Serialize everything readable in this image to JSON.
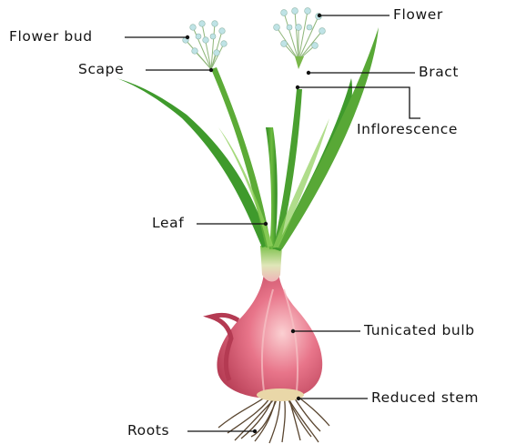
{
  "labels": {
    "flower": "Flower",
    "flower_bud": "Flower bud",
    "scape": "Scape",
    "bract": "Bract",
    "inflorescence": "Inflorescence",
    "leaf": "Leaf",
    "tunicated_bulb": "Tunicated bulb",
    "reduced_stem": "Reduced stem",
    "roots": "Roots"
  },
  "colors": {
    "leaf_green": "#3f9a2c",
    "leaf_light": "#8fcf5a",
    "bulb_pink": "#e0607c",
    "bulb_light": "#f6b3bd",
    "bulb_base": "#e9d7a8",
    "root_brown": "#5a4630",
    "flower_blue": "#bfe3e6",
    "line": "#111111"
  }
}
